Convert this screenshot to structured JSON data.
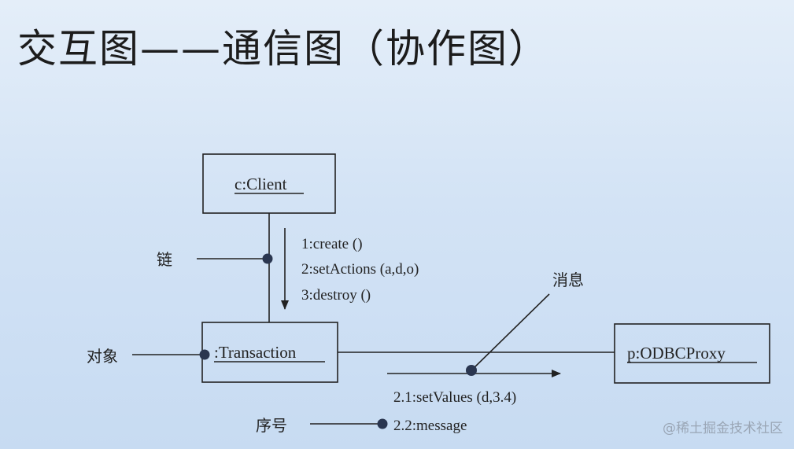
{
  "title": "交互图——通信图（协作图）",
  "objects": {
    "client": "c:Client",
    "transaction": ":Transaction",
    "proxy": "p:ODBCProxy"
  },
  "messages": {
    "m1": "1:create ()",
    "m2": "2:setActions (a,d,o)",
    "m3": "3:destroy ()",
    "m21": "2.1:setValues (d,3.4)",
    "m22": "2.2:message"
  },
  "annotations": {
    "link": "链",
    "object": "对象",
    "message": "消息",
    "sequence": "序号"
  },
  "watermark": "@稀土掘金技术社区"
}
